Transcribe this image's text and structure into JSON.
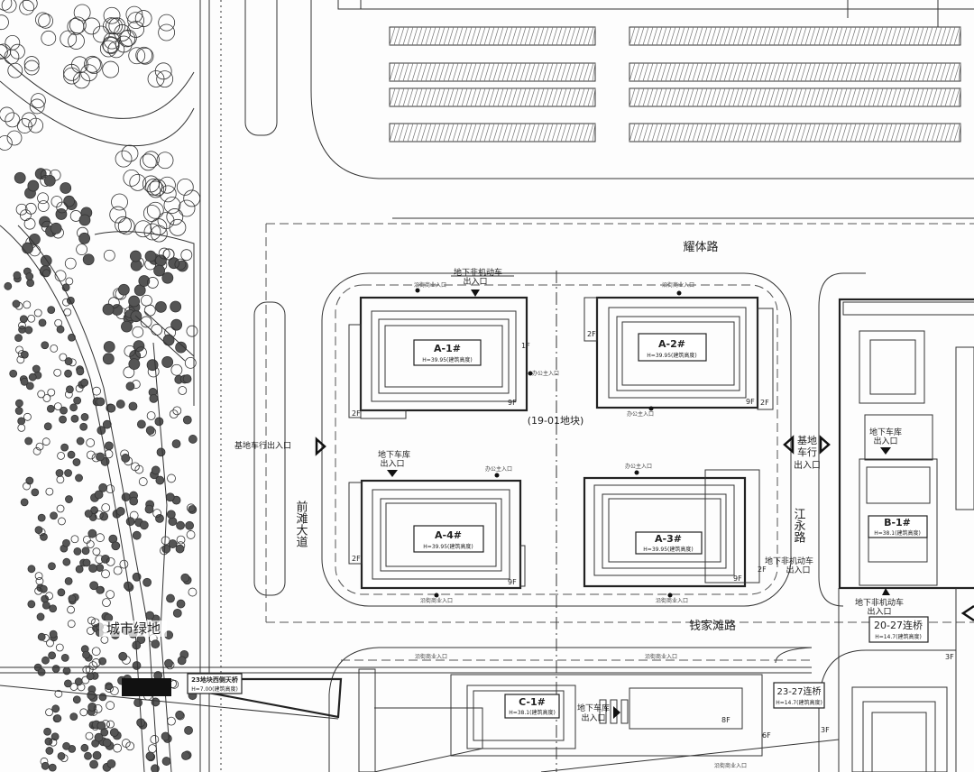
{
  "title": "19-01地块 总平面图",
  "plot_label": "(19-01地块)",
  "roads": {
    "north": "耀体路",
    "south": "钱家滩路",
    "west": "前滩大道",
    "east": "江永路"
  },
  "green_area": "城市绿地",
  "entrances": {
    "vehicle_west": "基地车行出入口",
    "vehicle_east_1": "基地",
    "vehicle_east_2": "车行",
    "vehicle_east_3": "出入口",
    "bike_north_1": "地下非机动车",
    "bike_north_2": "出入口",
    "garage_a4_1": "地下车库",
    "garage_a4_2": "出入口",
    "bike_east_1": "地下非机动车",
    "bike_east_2": "出入口",
    "garage_b1_1": "地下车库",
    "garage_b1_2": "出入口",
    "bike_b_1": "地下非机动车",
    "bike_b_2": "出入口",
    "garage_c1_1": "地下车库",
    "garage_c1_2": "出入口",
    "retail": "沿街商业入口",
    "office": "办公主入口"
  },
  "buildings": [
    {
      "name": "A-1#",
      "height": "H=39.95(建筑高度)"
    },
    {
      "name": "A-2#",
      "height": "H=39.95(建筑高度)"
    },
    {
      "name": "A-3#",
      "height": "H=39.95(建筑高度)"
    },
    {
      "name": "A-4#",
      "height": "H=39.95(建筑高度)"
    },
    {
      "name": "B-1#",
      "height": "H=38.1(建筑高度)"
    },
    {
      "name": "C-1#",
      "height": "H=38.1(建筑高度)"
    },
    {
      "name": "20-27连桥",
      "height": "H=14.7(建筑高度)"
    },
    {
      "name": "23-27连桥",
      "height": "H=14.7(建筑高度)"
    },
    {
      "name": "23地块西侧天桥",
      "height": "H=7.00(建筑高度)"
    }
  ],
  "floors": {
    "f1": "1F",
    "f2": "2F",
    "f3": "3F",
    "f6": "6F",
    "f8": "8F",
    "f9": "9F"
  }
}
